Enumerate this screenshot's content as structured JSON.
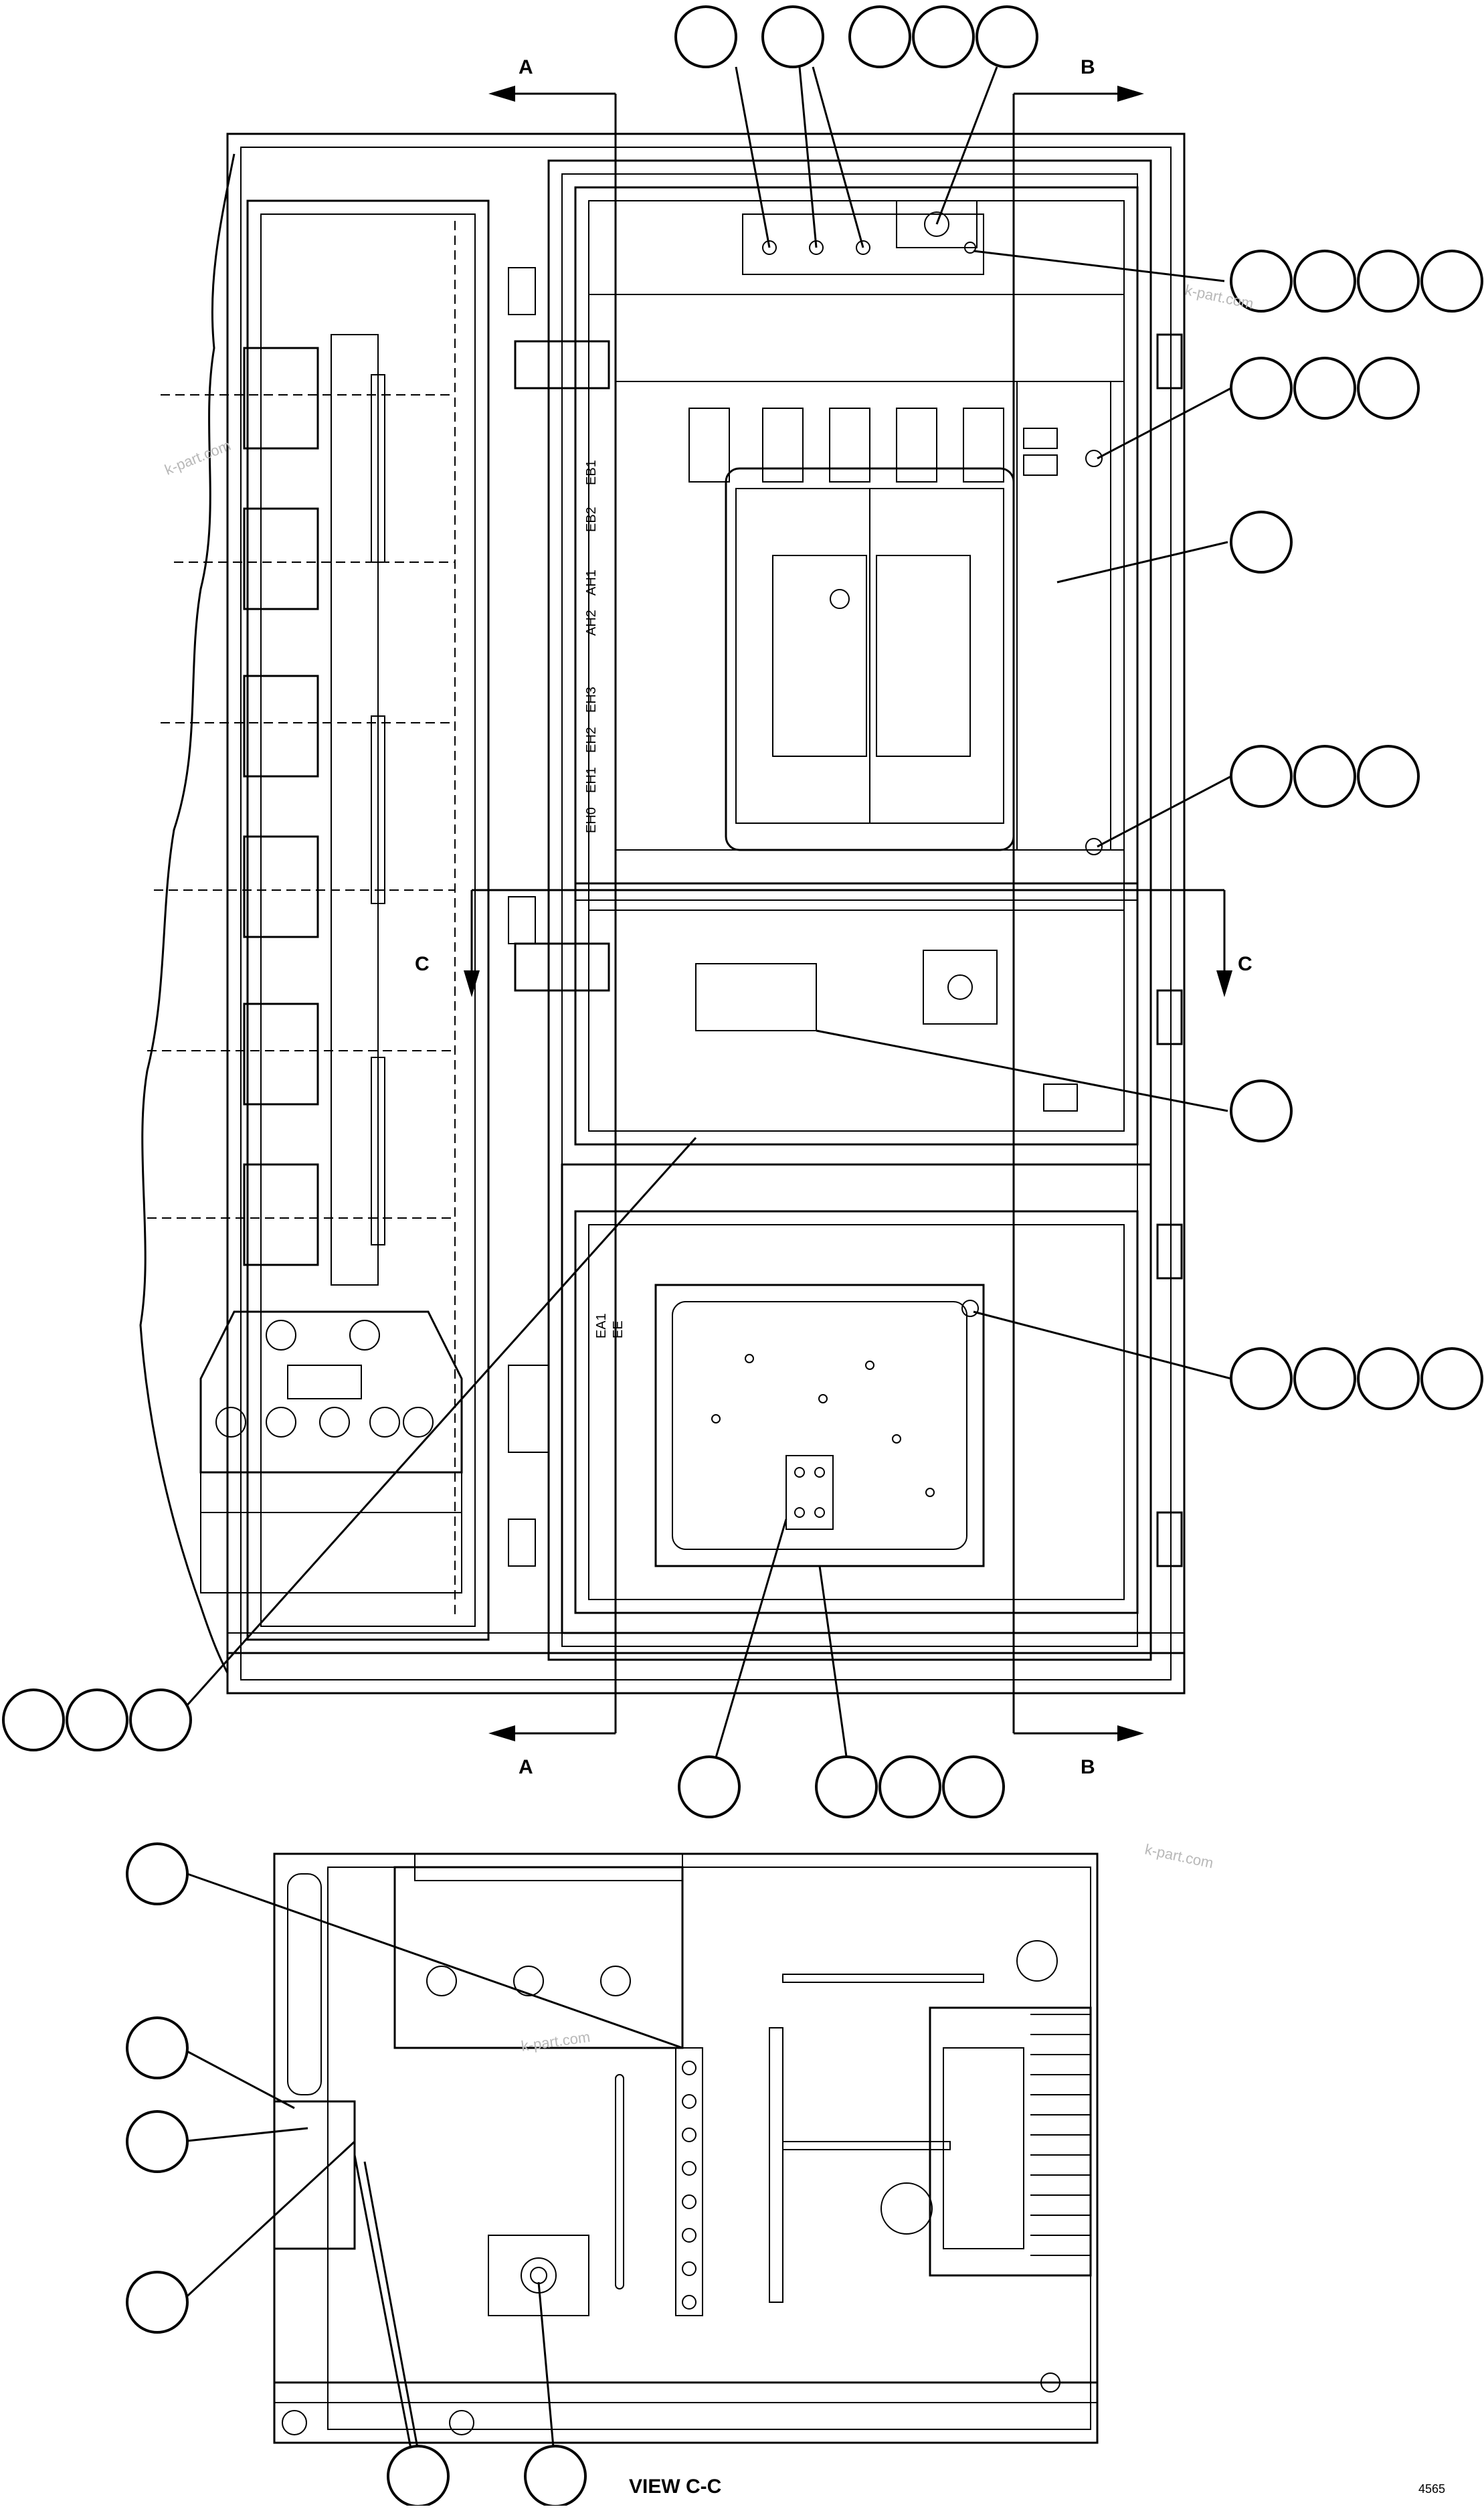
{
  "section_labels": {
    "a_top": "A",
    "a_bottom": "A",
    "b_top": "B",
    "b_bottom": "B",
    "c_left": "C",
    "c_right": "C"
  },
  "view_title": "VIEW C-C",
  "drawing_id": "4565",
  "watermark": "k-part.com",
  "callout_bubbles_note": "",
  "panel_labels": [
    "EB1",
    "EB2",
    "AH1",
    "AH2",
    "EH3",
    "EH2",
    "EH1",
    "EH0"
  ],
  "lower_panel_labels": [
    "EA1",
    "EE"
  ]
}
